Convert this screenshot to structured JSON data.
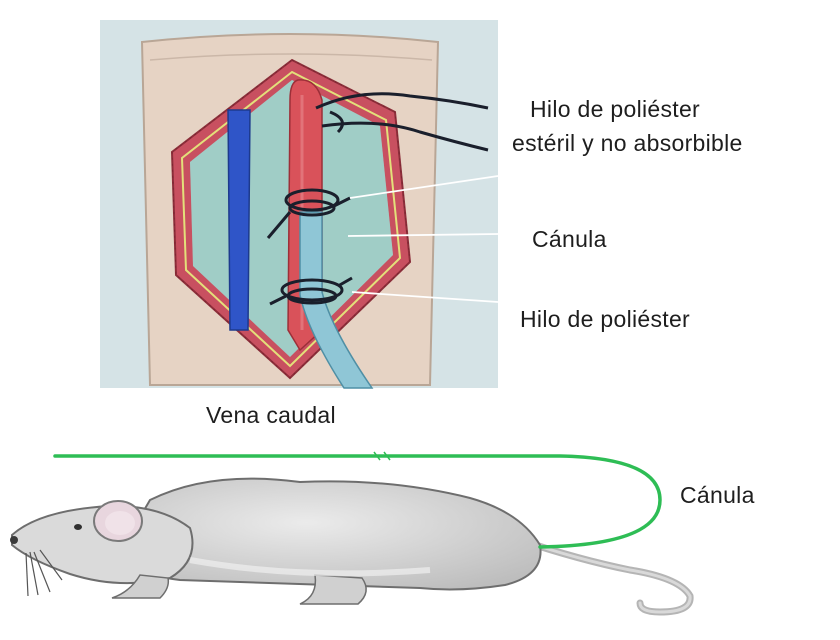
{
  "labels": {
    "thread_sterile_line1": "Hilo de poliéster",
    "thread_sterile_line2": "estéril y no absorbible",
    "cannula_upper": "Cánula",
    "thread_lower": "Hilo de poliéster",
    "caudal_vein": "Vena caudal",
    "cannula_lower": "Cánula"
  },
  "colors": {
    "skin": "#e6d3c4",
    "wound_rim": "#c85060",
    "tissue": "#a9d4cc",
    "vein_blue": "#2f55c8",
    "artery_red": "#d9525a",
    "cannula": "#8fc6d6",
    "suture": "#1a1f2c",
    "catheter_green": "#2ebd55",
    "rat_body": "#d2d2d2"
  }
}
